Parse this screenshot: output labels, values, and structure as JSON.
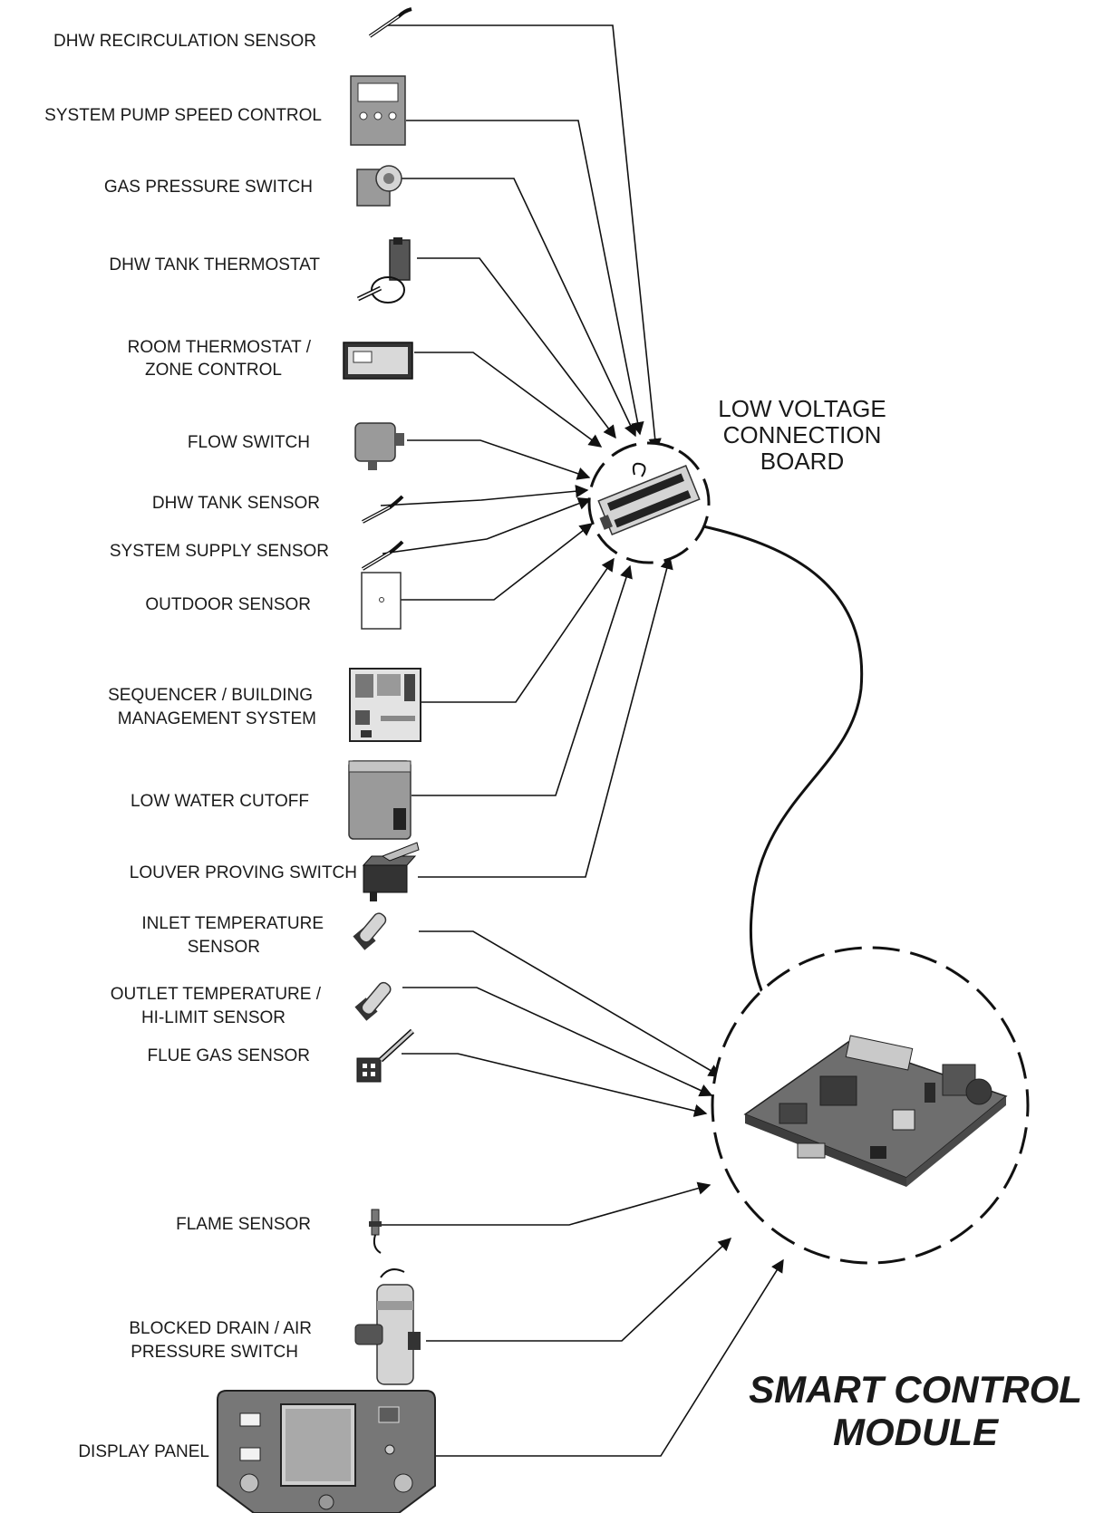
{
  "devices": [
    {
      "id": "dhw-recirc",
      "lines": [
        "DHW RECIRCULATION SENSOR"
      ]
    },
    {
      "id": "pump-speed",
      "lines": [
        "SYSTEM PUMP SPEED CONTROL"
      ]
    },
    {
      "id": "gas-pressure",
      "lines": [
        "GAS PRESSURE SWITCH"
      ]
    },
    {
      "id": "dhw-tank-thermostat",
      "lines": [
        "DHW TANK THERMOSTAT"
      ]
    },
    {
      "id": "room-thermostat",
      "lines": [
        "ROOM THERMOSTAT /",
        "ZONE CONTROL"
      ]
    },
    {
      "id": "flow-switch",
      "lines": [
        "FLOW SWITCH"
      ]
    },
    {
      "id": "dhw-tank-sensor",
      "lines": [
        "DHW TANK SENSOR"
      ]
    },
    {
      "id": "system-supply",
      "lines": [
        "SYSTEM SUPPLY SENSOR"
      ]
    },
    {
      "id": "outdoor-sensor",
      "lines": [
        "OUTDOOR SENSOR"
      ]
    },
    {
      "id": "sequencer",
      "lines": [
        "SEQUENCER / BUILDING",
        "MANAGEMENT SYSTEM"
      ]
    },
    {
      "id": "low-water",
      "lines": [
        "LOW WATER CUTOFF"
      ]
    },
    {
      "id": "louver",
      "lines": [
        "LOUVER PROVING SWITCH"
      ]
    },
    {
      "id": "inlet-temp",
      "lines": [
        "INLET TEMPERATURE",
        "SENSOR"
      ]
    },
    {
      "id": "outlet-temp",
      "lines": [
        "OUTLET TEMPERATURE /",
        "HI-LIMIT SENSOR"
      ]
    },
    {
      "id": "flue-gas",
      "lines": [
        "FLUE GAS SENSOR"
      ]
    },
    {
      "id": "flame-sensor",
      "lines": [
        "FLAME SENSOR"
      ]
    },
    {
      "id": "blocked-drain",
      "lines": [
        "BLOCKED DRAIN / AIR",
        "PRESSURE SWITCH"
      ]
    },
    {
      "id": "display-panel",
      "lines": [
        "DISPLAY PANEL"
      ]
    }
  ],
  "low_voltage_board": {
    "lines": [
      "LOW VOLTAGE",
      "CONNECTION",
      "BOARD"
    ]
  },
  "smart_control_module": {
    "lines": [
      "SMART CONTROL",
      "MODULE"
    ]
  }
}
